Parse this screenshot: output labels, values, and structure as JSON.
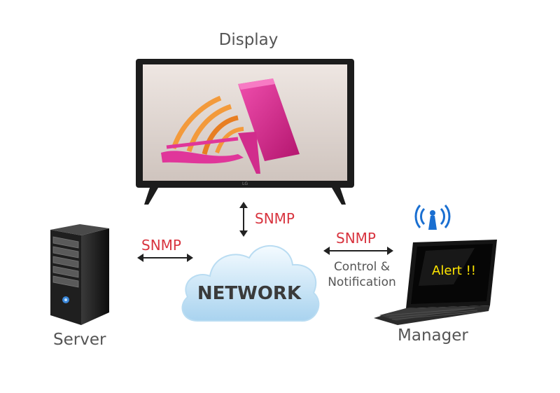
{
  "display": {
    "label": "Display",
    "logo": "LG"
  },
  "server": {
    "label": "Server"
  },
  "manager": {
    "label": "Manager",
    "screen_text": "Alert !!"
  },
  "network": {
    "label": "NETWORK"
  },
  "links": {
    "display_network": "SNMP",
    "server_network": "SNMP",
    "manager_network": "SNMP",
    "manager_note_line1": "Control &",
    "manager_note_line2": "Notification"
  },
  "colors": {
    "snmp_text": "#d8343f",
    "label_text": "#555555",
    "alert_text": "#ffe600",
    "signal_icon": "#1a6fd1",
    "cloud_fill": "#d7ecf9"
  },
  "icons": [
    "signal-broadcast-icon"
  ]
}
